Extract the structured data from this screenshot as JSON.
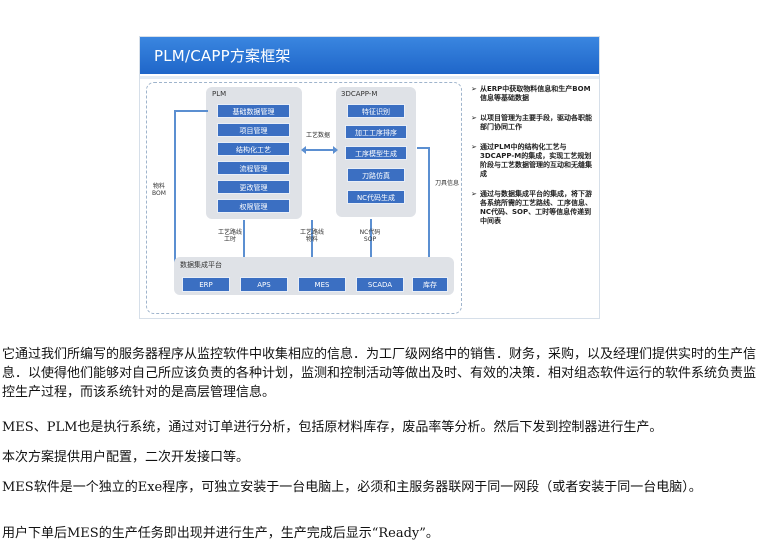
{
  "figure": {
    "title": "PLM/CAPP方案框架",
    "plm": {
      "title": "PLM",
      "items": [
        "基础数据管理",
        "项目管理",
        "结构化工艺",
        "流程管理",
        "更改管理",
        "权限管理"
      ]
    },
    "capp": {
      "title": "3DCAPP-M",
      "items": [
        "特征识别",
        "加工工序排序",
        "工序模型生成",
        "刀路仿真",
        "NC代码生成"
      ]
    },
    "link_label": "工艺数据",
    "left_label": "物料\nBOM",
    "right_label": "刀具信息",
    "flow_labels": [
      "工艺路线\n工时",
      "工艺路线\n物料",
      "NC代码\nSOP"
    ],
    "integration": {
      "title": "数据集成平台",
      "systems": [
        "ERP",
        "APS",
        "MES",
        "SCADA",
        "库存"
      ]
    },
    "bullets": [
      "从ERP中获取物料信息和生产BOM信息等基础数据",
      "以项目管理为主要手段，驱动各职能部门协同工作",
      "通过PLM中的结构化工艺与3DCAPP-M的集成，实现工艺规划阶段与工艺数据管理的互动和无缝集成",
      "通过与数据集成平台的集成，将下游各系统所需的工艺路线、工序信息、NC代码、SOP、工时等信息传递到中间表"
    ],
    "bullet_mark": "➢"
  },
  "paragraphs": [
    "它通过我们所编写的服务器程序从监控软件中收集相应的信息．为工厂级网络中的销售．财务，采购，以及经理们提供实时的生产信息．以使得他们能够对自己所应该负责的各种计划，监测和控制活动等做出及时、有效的决策．相对组态软件运行的软件系统负责监控生产过程，而该系统针对的是高层管理信息。",
    "MES、PLM也是执行系统，通过对订单进行分析，包括原材料库存，废品率等分析。然后下发到控制器进行生产。",
    "本次方案提供用户配置，二次开发接口等。",
    "MES软件是一个独立的Exe程序，可独立安装于一台电脑上，必须和主服务器联网于同一网段（或者安装于同一台电脑）。",
    "用户下单后MES的生产任务即出现并进行生产，生产完成后显示“Ready”。"
  ],
  "colors": {
    "header": "#1f66c9",
    "module": "#3b6fc2",
    "panel": "#dfe2e7",
    "connector": "#5b8fd1"
  }
}
